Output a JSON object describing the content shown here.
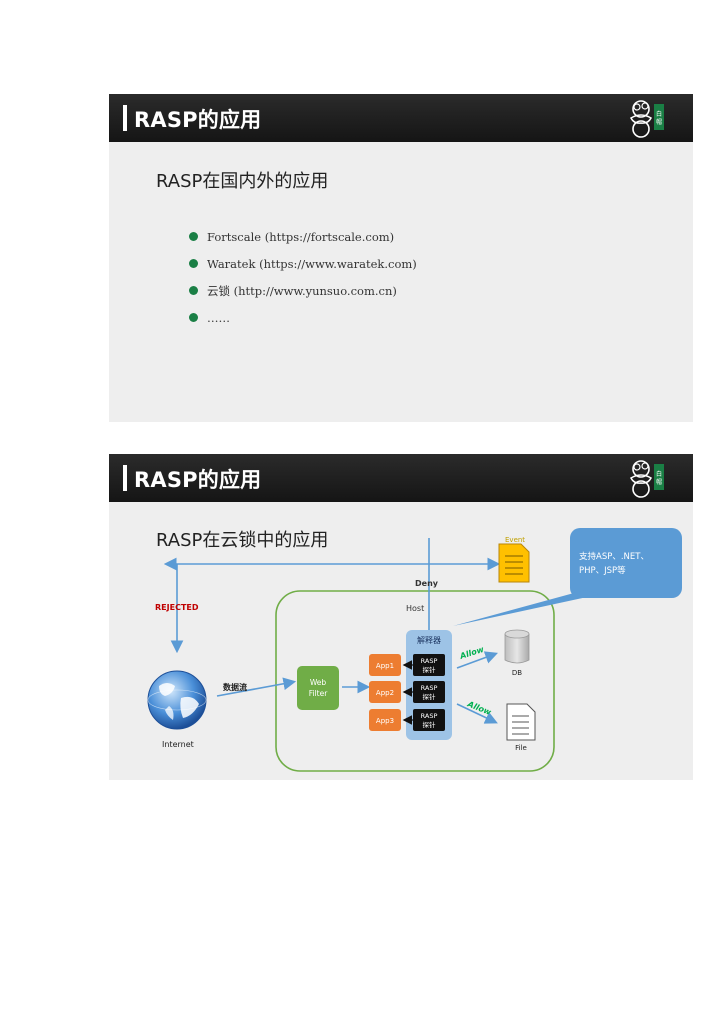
{
  "slide1": {
    "title": "RASP的应用",
    "subtitle": "RASP在国内外的应用",
    "bullets": [
      "Fortscale (https://fortscale.com)",
      "Waratek (https://www.waratek.com)",
      "云锁 (http://www.yunsuo.com.cn)",
      "……"
    ]
  },
  "slide2": {
    "title": "RASP的应用",
    "subtitle": "RASP在云锁中的应用",
    "diagram": {
      "event": "Event",
      "deny": "Deny",
      "rejected": "REJECTED",
      "host": "Host",
      "interpreter": "解释器",
      "callout_line1": "支持ASP、.NET、",
      "callout_line2": "PHP、JSP等",
      "internet": "Internet",
      "data_flow": "数据流",
      "web_filter_line1": "Web",
      "web_filter_line2": "Filter",
      "apps": [
        "App1",
        "App2",
        "App3"
      ],
      "probe_line1": "RASP",
      "probe_line2": "探针",
      "allow": "Allow",
      "db": "DB",
      "file": "File"
    }
  },
  "colors": {
    "header_bg": "#1e1e1e",
    "slide_bg": "#eeeeee",
    "bullet": "#1a7f45",
    "arrow_blue": "#5b9bd5",
    "host_border": "#70ad47",
    "web_filter": "#70ad47",
    "app_orange": "#ed7d31",
    "interpreter_bg": "#9dc3e6",
    "probe_bg": "#111111",
    "callout_bg": "#5b9bd5",
    "rejected_red": "#c00000",
    "allow_green": "#00b050",
    "event_yellow": "#ffc000"
  },
  "icons": [
    "logo-icon",
    "globe-icon",
    "database-icon",
    "document-icon",
    "event-document-icon"
  ]
}
